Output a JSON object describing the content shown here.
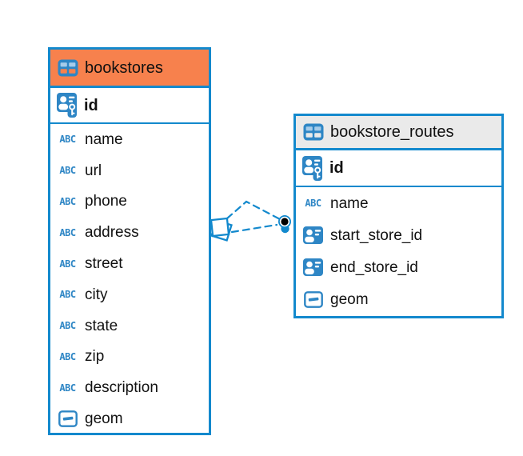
{
  "colors": {
    "accent_blue": "#1389cd",
    "icon_blue": "#2e86c5",
    "orange_header": "#f7814d",
    "gray_header": "#eaeaea",
    "text": "#111111",
    "canvas": "#ffffff",
    "relationship_dot": "#000000"
  },
  "icons": {
    "text_type_label": "ABC"
  },
  "tables": [
    {
      "name": "bookstores",
      "header_style": "orange",
      "primary_key": {
        "name": "id"
      },
      "columns": [
        {
          "name": "name"
        },
        {
          "name": "url"
        },
        {
          "name": "phone"
        },
        {
          "name": "address"
        },
        {
          "name": "street"
        },
        {
          "name": "city"
        },
        {
          "name": "state"
        },
        {
          "name": "zip"
        },
        {
          "name": "description"
        },
        {
          "name": "geom"
        }
      ]
    },
    {
      "name": "bookstore_routes",
      "header_style": "gray",
      "primary_key": {
        "name": "id"
      },
      "columns": [
        {
          "name": "name"
        },
        {
          "name": "start_store_id"
        },
        {
          "name": "end_store_id"
        },
        {
          "name": "geom"
        }
      ]
    }
  ],
  "relationships": [
    {
      "from": "bookstore_routes",
      "to": "bookstores",
      "line_style": "dashed",
      "line_count": 2
    }
  ]
}
